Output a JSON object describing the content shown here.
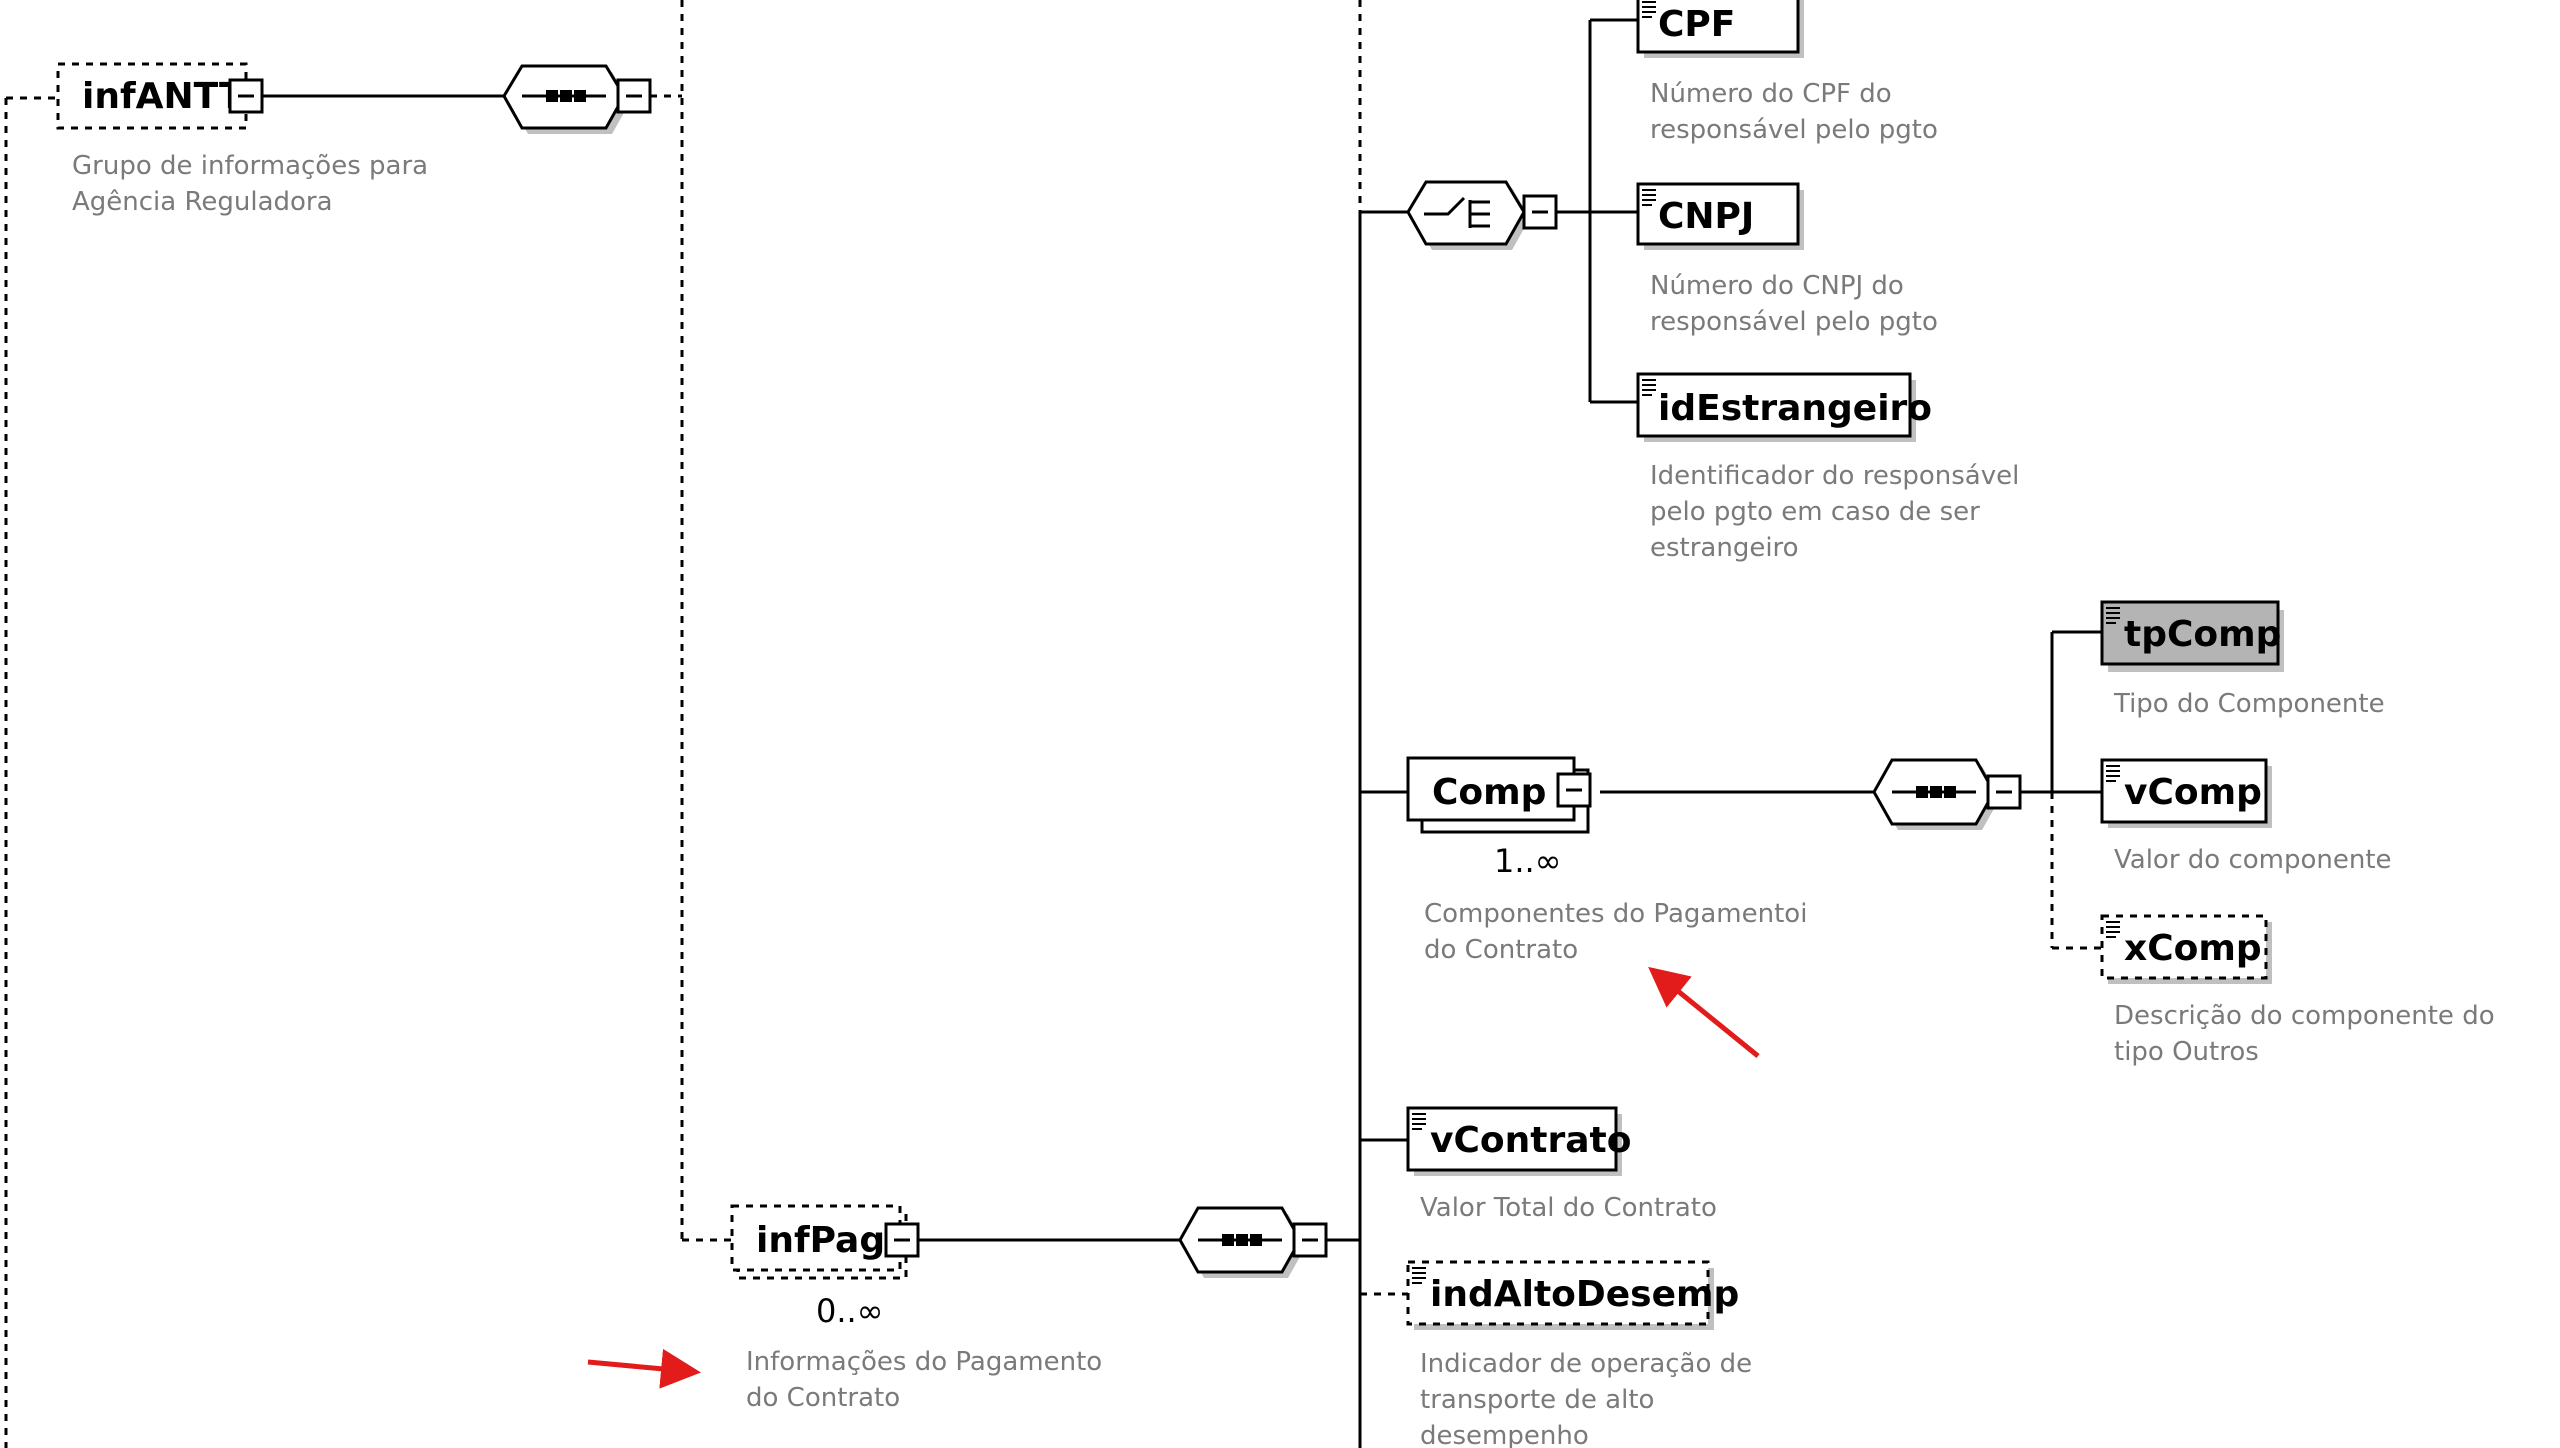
{
  "diagram": {
    "elements": {
      "infANTT": {
        "name": "infANTT",
        "description": [
          "Grupo de informações para",
          "Agência Reguladora"
        ]
      },
      "infPag": {
        "name": "infPag",
        "cardinality": "0..∞",
        "description": [
          "Informações do Pagamento",
          "do Contrato"
        ]
      },
      "CPF": {
        "name": "CPF",
        "description": [
          "Número do CPF do",
          "responsável pelo pgto"
        ]
      },
      "CNPJ": {
        "name": "CNPJ",
        "description": [
          "Número do CNPJ do",
          "responsável pelo pgto"
        ]
      },
      "idEstrangeiro": {
        "name": "idEstrangeiro",
        "description": [
          "Identificador do responsável",
          "pelo pgto em caso de ser",
          "estrangeiro"
        ]
      },
      "Comp": {
        "name": "Comp",
        "cardinality": "1..∞",
        "description": [
          "Componentes do Pagamentoi",
          "do Contrato"
        ]
      },
      "tpComp": {
        "name": "tpComp",
        "description": [
          "Tipo do Componente"
        ]
      },
      "vComp": {
        "name": "vComp",
        "description": [
          "Valor do componente"
        ]
      },
      "xComp": {
        "name": "xComp",
        "description": [
          "Descrição do componente do",
          "tipo Outros"
        ]
      },
      "vContrato": {
        "name": "vContrato",
        "description": [
          "Valor Total do Contrato"
        ]
      },
      "indAltoDesemp": {
        "name": "indAltoDesemp",
        "description": [
          "Indicador de operação de",
          "transporte de alto",
          "desempenho"
        ]
      }
    },
    "colors": {
      "line": "#000000",
      "box_shadow": "#c0c0c0",
      "highlight_fill": "#b4b4b4",
      "description": "#7a7a7a",
      "arrow": "#e21b1b"
    },
    "icons": [
      "sequence-compositor-icon",
      "choice-compositor-icon",
      "collapse-icon",
      "element-text-icon",
      "annotation-arrow-icon"
    ]
  }
}
